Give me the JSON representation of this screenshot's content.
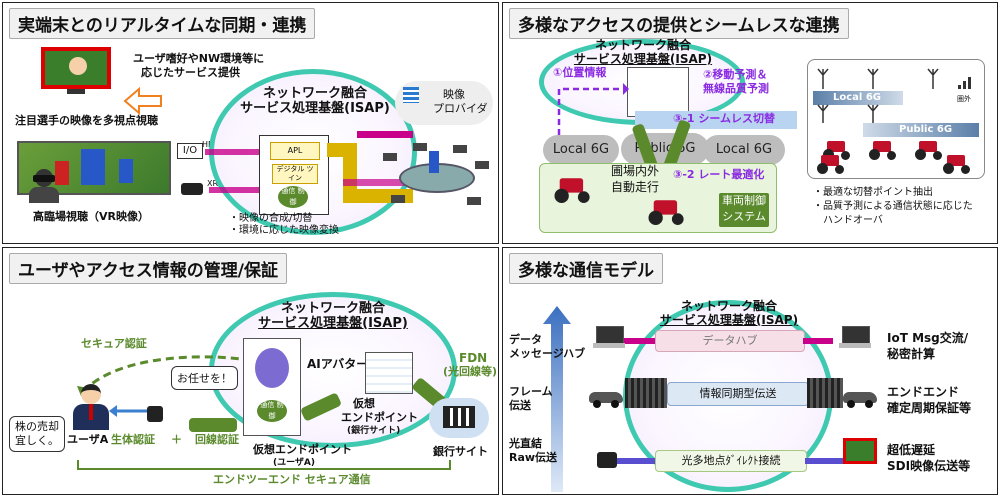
{
  "panel1": {
    "title": "実端末とのリアルタイムな同期・連携",
    "isap_line1": "ネットワーク融合",
    "isap_line2": "サービス処理基盤(ISAP)",
    "tv_caption_1": "ユーザ嗜好やNW環境等に",
    "tv_caption_2": "応じたサービス提供",
    "multiview_label": "注目選手の映像を多視点視聴",
    "vr_label": "高臨場視聴（VR映像）",
    "io_label": "I/O",
    "hdmi_label": "HDMI",
    "xr_label": "XR",
    "apl_label": "APL",
    "digital_twin_label": "デジタル ツイン",
    "comm_label": "通信 制御",
    "provider_1": "映像",
    "provider_2": "プロバイダ",
    "bullet_1": "・映像の合成/切替",
    "bullet_2": "・環境に応じた映像変換"
  },
  "panel2": {
    "title": "多様なアクセスの提供とシームレスな連携",
    "isap_line1": "ネットワーク融合",
    "isap_line2": "サービス処理基盤(ISAP)",
    "step1": "①位置情報",
    "step2_1": "②移動予測＆",
    "step2_2": "無線品質予測",
    "step3_1": "③-1 シームレス切替",
    "step3_2": "③-2 レート最適化",
    "cloud_left": "Local 6G",
    "cloud_mid": "Public 6G",
    "cloud_right": "Local 6G",
    "auto_1": "圃場内外",
    "auto_2": "自動走行",
    "vehicle_ctrl_1": "車両制御",
    "vehicle_ctrl_2": "システム",
    "inset_local": "Local 6G",
    "inset_public": "Public 6G",
    "inset_area": "圏外",
    "bullet_1": "・最適な切替ポイント抽出",
    "bullet_2": "・品質予測による通信状態に応じた",
    "bullet_3": "ハンドオーバ"
  },
  "panel3": {
    "title": "ユーザやアクセス情報の管理/保証",
    "isap_line1": "ネットワーク融合",
    "isap_line2": "サービス処理基盤(ISAP)",
    "secure_auth": "セキュア認証",
    "fdn_1": "FDN",
    "fdn_2": "(光回線等)",
    "leave_it": "お任せを！",
    "ai_avatar": "AIアバター",
    "vep_user_1": "仮想エンドポイント",
    "vep_user_2": "(ユーザA)",
    "vep_bank_1": "仮想",
    "vep_bank_2": "エンドポイント",
    "vep_bank_3": "(銀行サイト)",
    "user_a": "ユーザA",
    "bio_auth": "生体認証",
    "plus": "＋",
    "line_auth": "回線認証",
    "bank_site": "銀行サイト",
    "e2e": "エンドツーエンド セキュア通信",
    "stock_1": "株の売却",
    "stock_2": "宜しく。",
    "comm_label": "通信 制御"
  },
  "panel4": {
    "title": "多様な通信モデル",
    "isap_line1": "ネットワーク融合",
    "isap_line2": "サービス処理基盤(ISAP)",
    "left_1a": "データ",
    "left_1b": "メッセージハブ",
    "left_2a": "フレーム",
    "left_2b": "伝送",
    "left_3a": "光直結",
    "left_3b": "Raw伝送",
    "band_1": "データハブ",
    "band_2": "情報同期型伝送",
    "band_3": "光多地点ﾀﾞｲﾚｸﾄ接続",
    "right_1a": "IoT Msg交流/",
    "right_1b": "秘密計算",
    "right_2a": "エンドエンド",
    "right_2b": "確定周期保証等",
    "right_3a": "超低遅延",
    "right_3b": "SDI映像伝送等"
  },
  "colors": {
    "ring": "#3ec9b0",
    "accent_purple": "#8a2be2",
    "pipe_yellow": "#d9b300",
    "magenta": "#c8008a",
    "green_bar": "#5a8a2c"
  }
}
